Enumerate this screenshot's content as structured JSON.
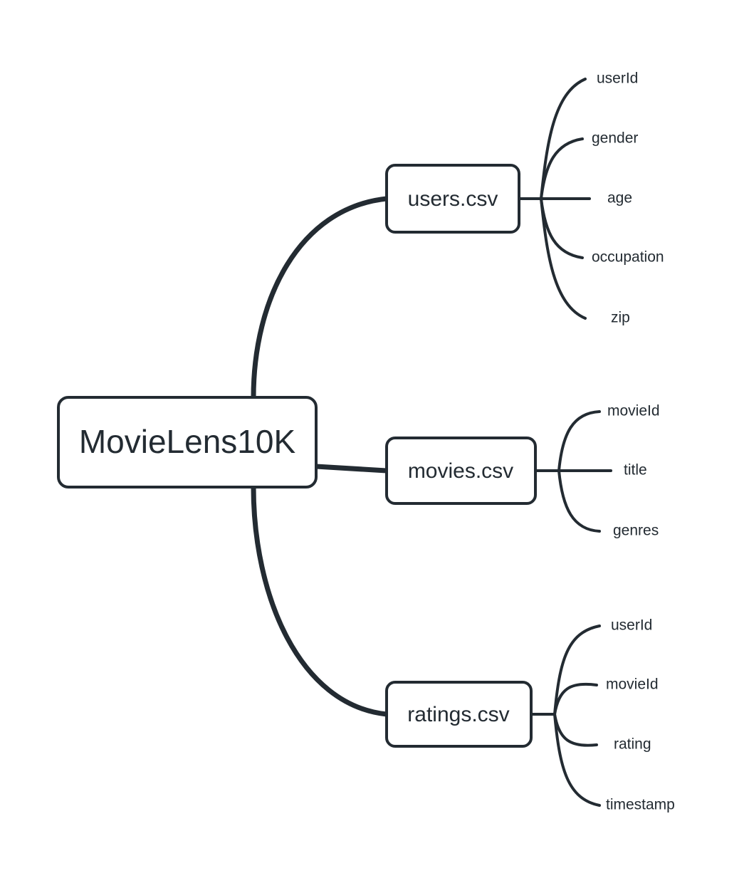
{
  "diagram": {
    "type": "mindmap",
    "title": "MovieLens10K dataset file/field mindmap",
    "colors": {
      "stroke": "#232b32",
      "node_fill": "#ffffff",
      "background": "#ffffff",
      "text": "#232b32"
    },
    "root": {
      "label": "MovieLens10K"
    },
    "branches": [
      {
        "label": "users.csv",
        "leaves": [
          {
            "label": "userId"
          },
          {
            "label": "gender"
          },
          {
            "label": "age"
          },
          {
            "label": "occupation"
          },
          {
            "label": "zip"
          }
        ]
      },
      {
        "label": "movies.csv",
        "leaves": [
          {
            "label": "movieId"
          },
          {
            "label": "title"
          },
          {
            "label": "genres"
          }
        ]
      },
      {
        "label": "ratings.csv",
        "leaves": [
          {
            "label": "userId"
          },
          {
            "label": "movieId"
          },
          {
            "label": "rating"
          },
          {
            "label": "timestamp"
          }
        ]
      }
    ]
  }
}
